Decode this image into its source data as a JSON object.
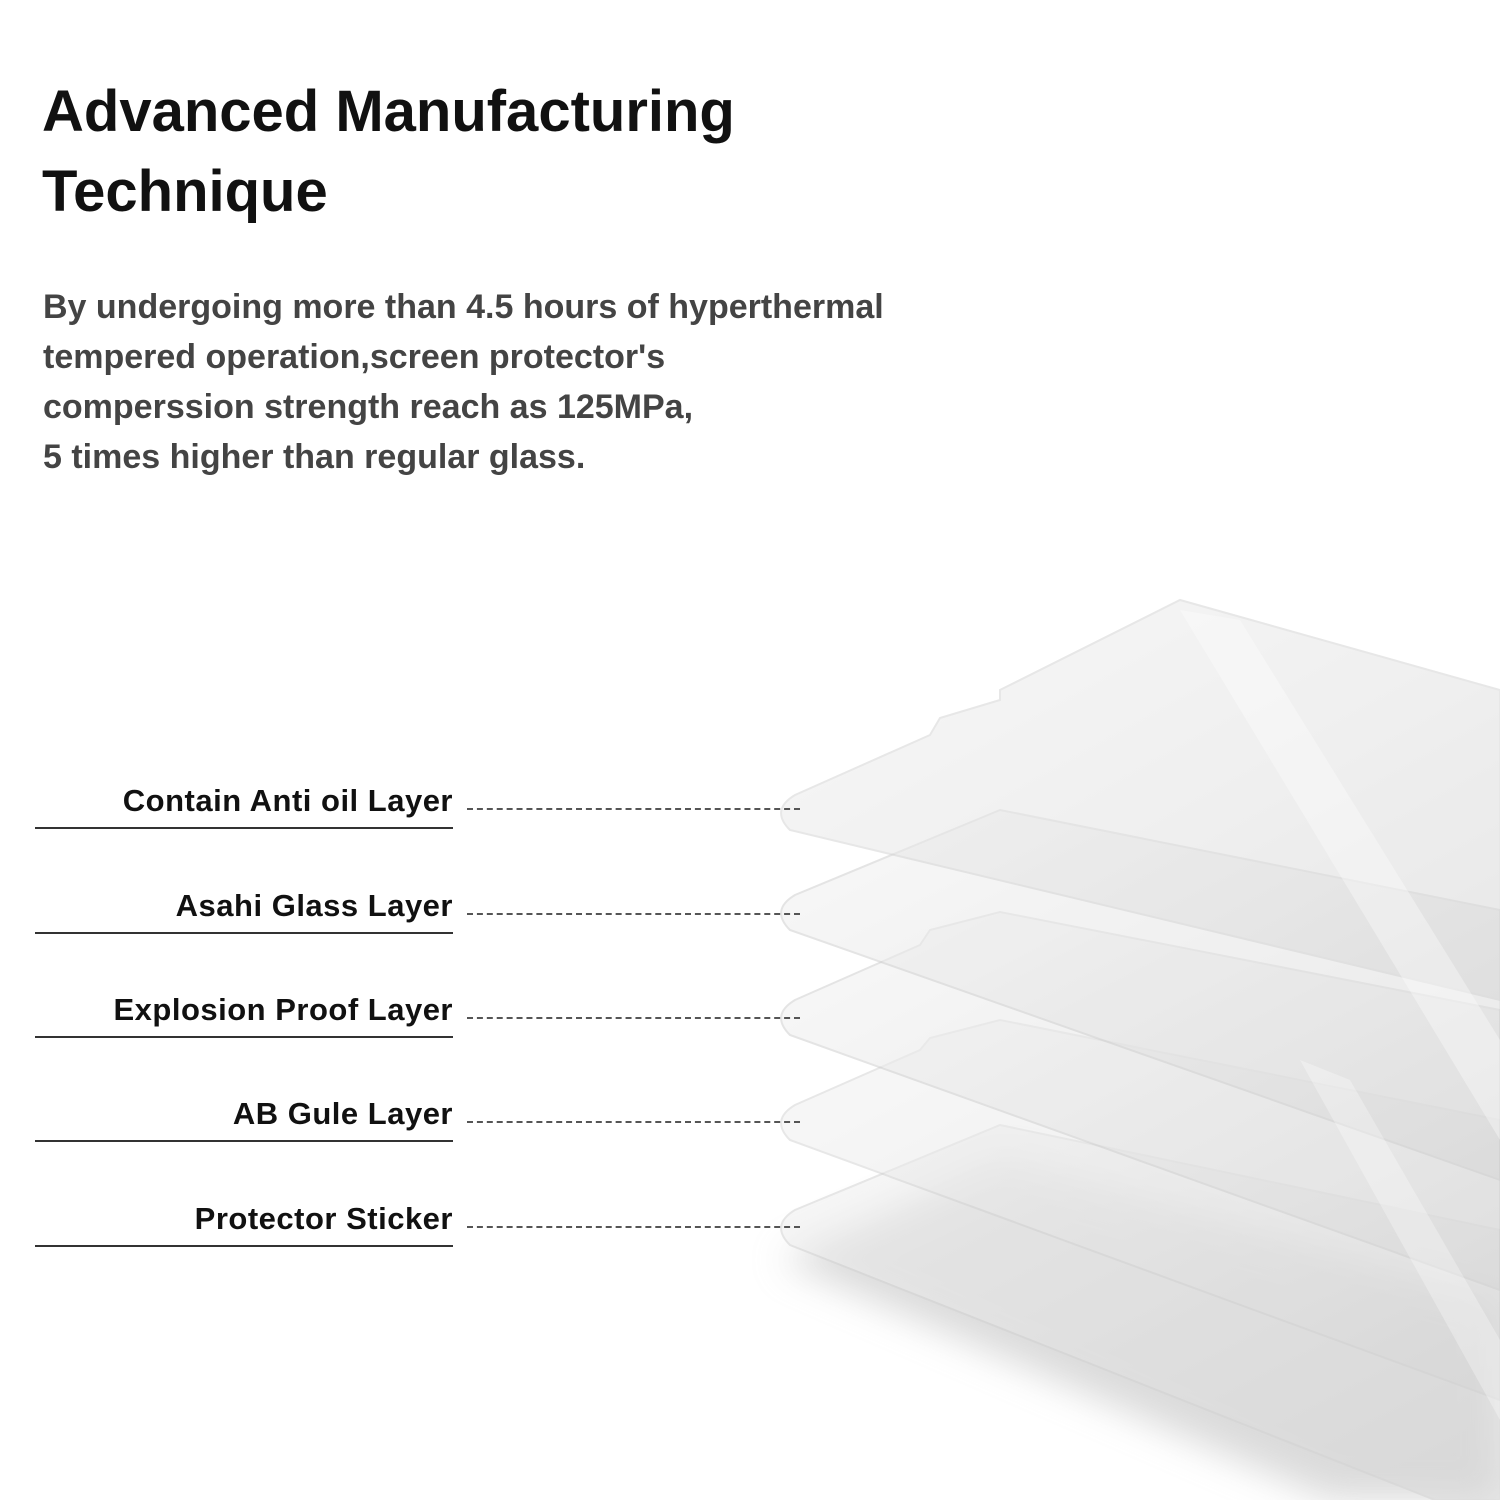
{
  "heading": {
    "line1": "Advanced Manufacturing",
    "line2": "Technique"
  },
  "description": {
    "lines": [
      "By undergoing more than 4.5 hours of hyperthermal",
      "tempered operation,screen protector's",
      "comperssion strength reach as 125MPa,",
      "5 times higher than regular glass."
    ]
  },
  "layers": [
    {
      "label": "Contain Anti oil Layer"
    },
    {
      "label": "Asahi Glass Layer"
    },
    {
      "label": "Explosion Proof Layer"
    },
    {
      "label": "AB Gule Layer"
    },
    {
      "label": "Protector Sticker"
    }
  ],
  "colors": {
    "heading": "#111111",
    "description": "#444444",
    "background": "#ffffff",
    "glass": "#d9d9d9"
  }
}
